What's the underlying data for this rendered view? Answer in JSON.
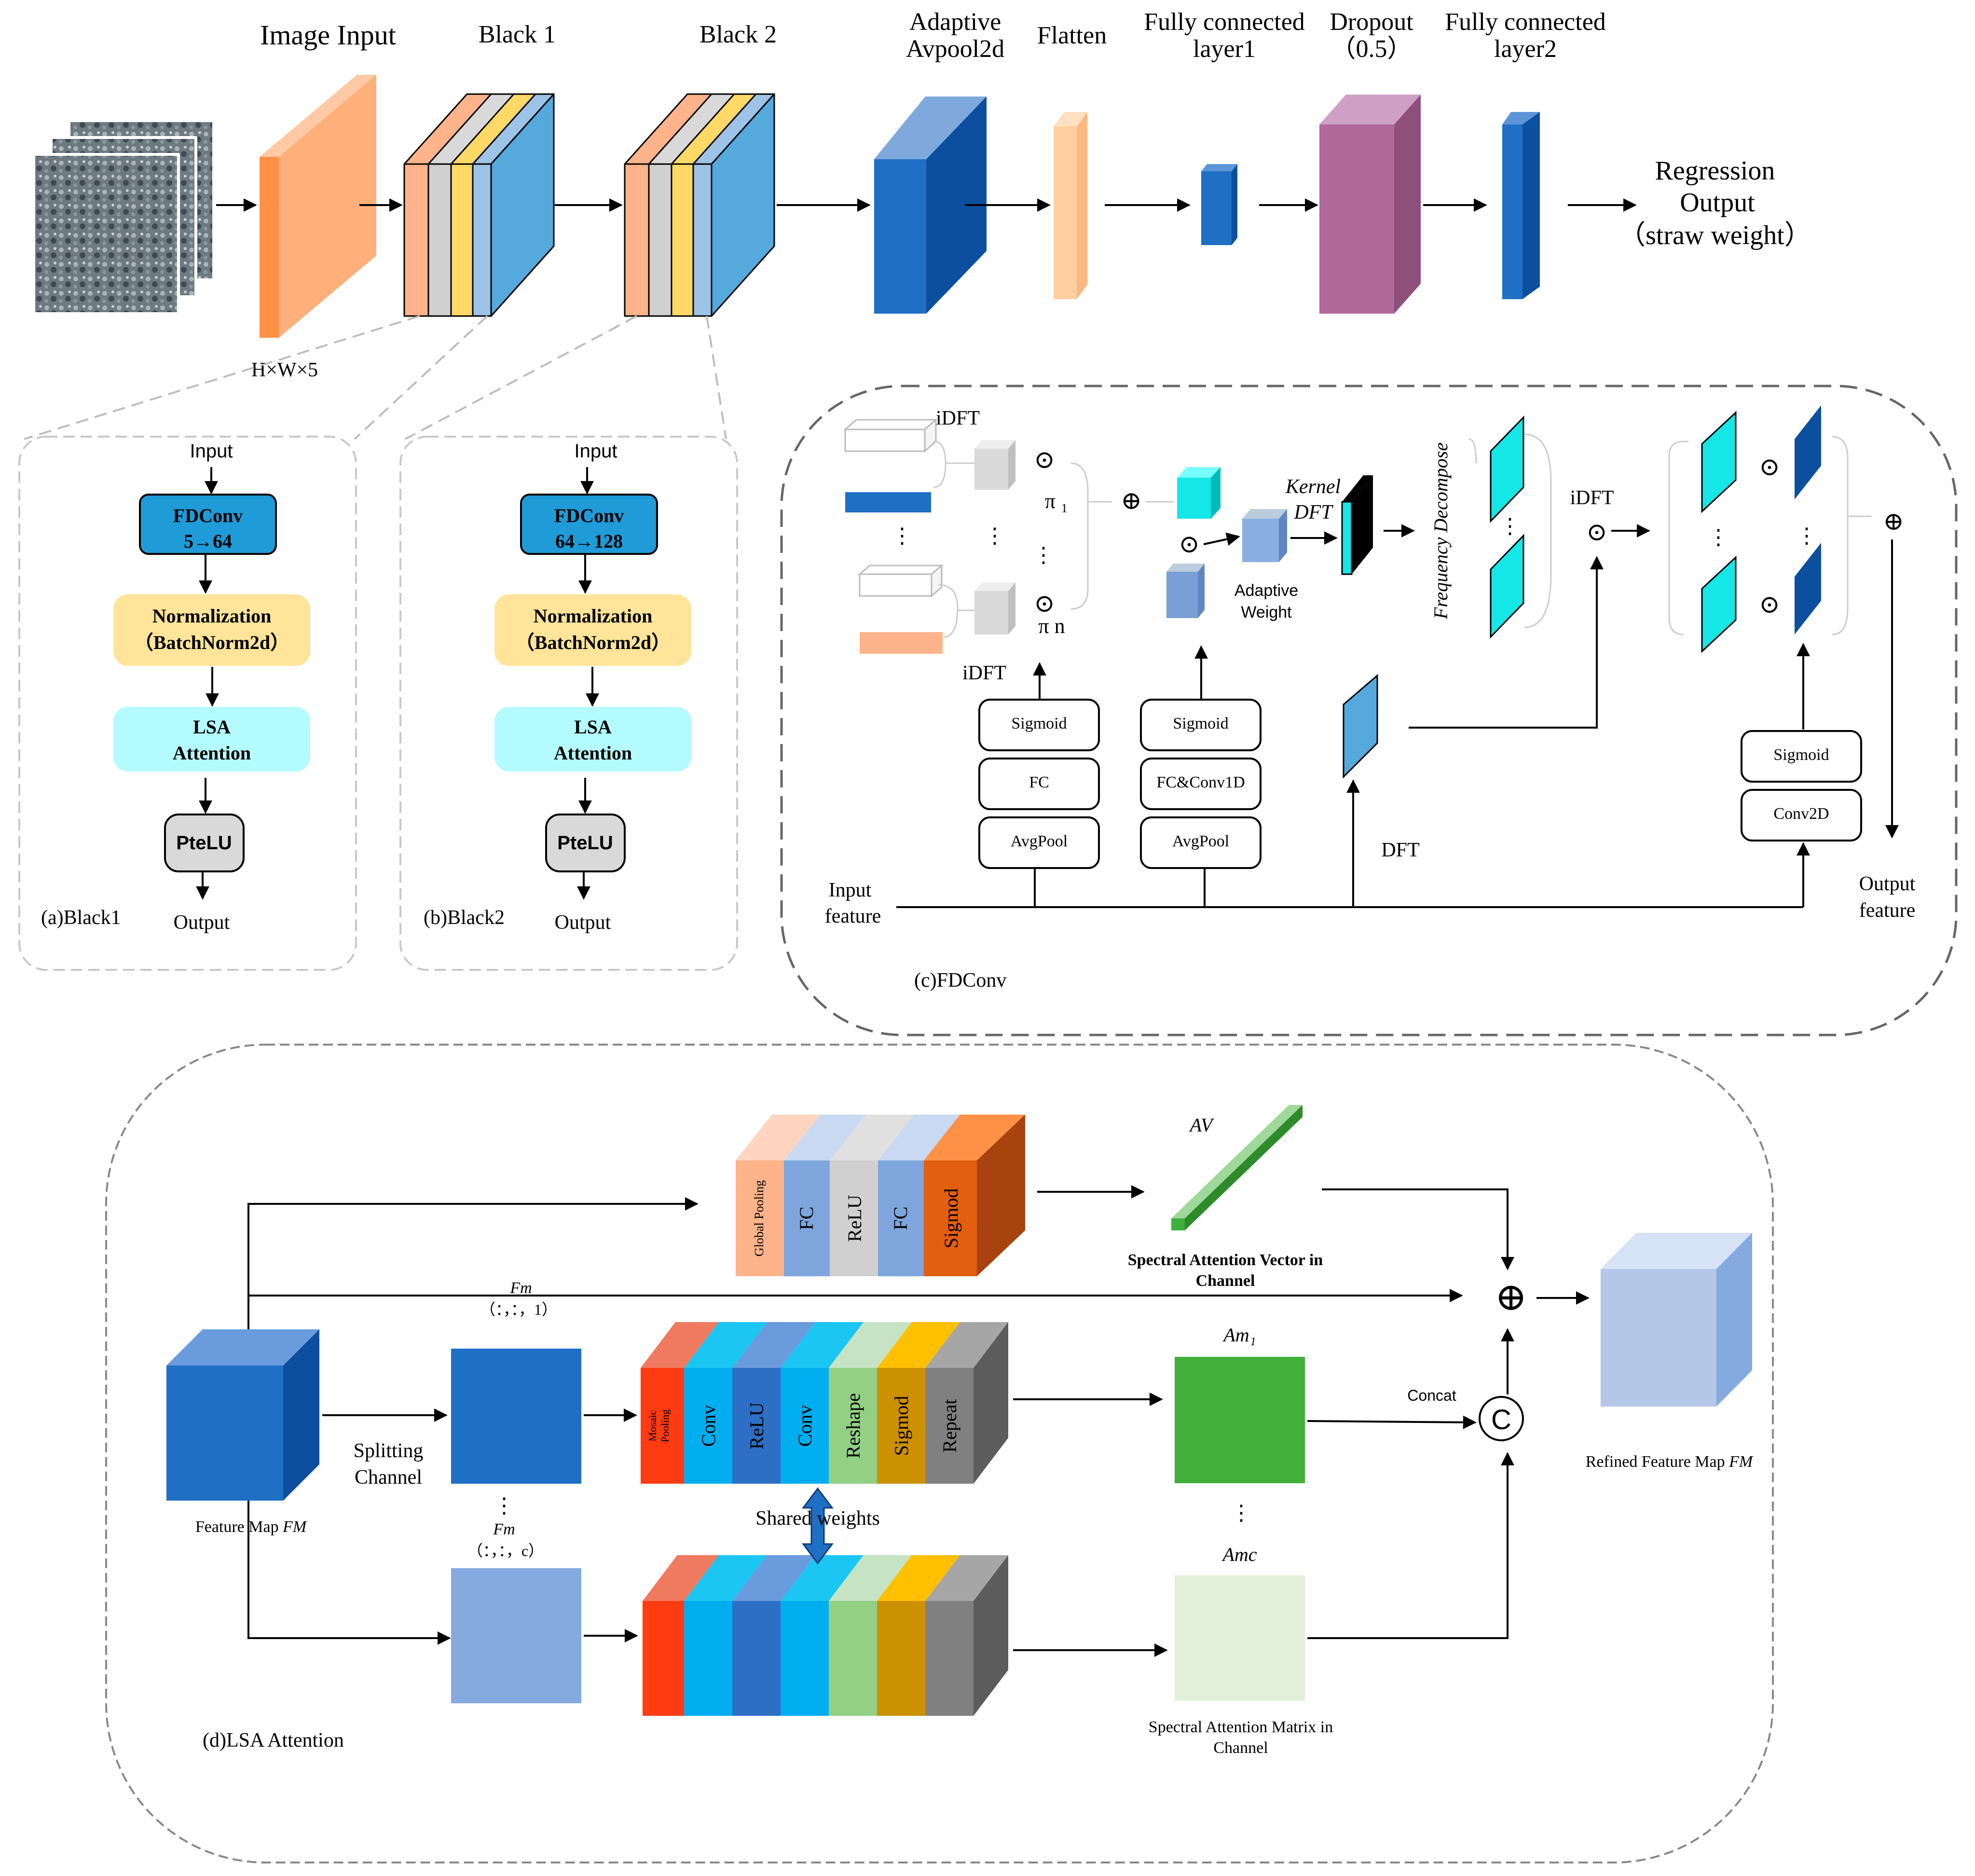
{
  "top": {
    "image_input": "Image Input",
    "block1": "Black 1",
    "block2": "Black 2",
    "avgpool_l1": "Adaptive",
    "avgpool_l2": "Avpool2d",
    "flatten": "Flatten",
    "fc1_l1": "Fully connected",
    "fc1_l2": "layer1",
    "dropout_l1": "Dropout",
    "dropout_l2": "（0.5）",
    "fc2_l1": "Fully connected",
    "fc2_l2": "layer2",
    "out_l1": "Regression",
    "out_l2": "Output",
    "out_l3": "（straw weight）",
    "dims": "H×W×5"
  },
  "panel_a": {
    "input": "Input",
    "fdconv": "FDConv",
    "fdconv_ch": "5→64",
    "norm_l1": "Normalization",
    "norm_l2": "（BatchNorm2d）",
    "lsa_l1": "LSA",
    "lsa_l2": "Attention",
    "act": "PteLU",
    "output": "Output",
    "caption": "(a)Black1"
  },
  "panel_b": {
    "input": "Input",
    "fdconv": "FDConv",
    "fdconv_ch": "64→128",
    "norm_l1": "Normalization",
    "norm_l2": "（BatchNorm2d）",
    "lsa_l1": "LSA",
    "lsa_l2": "Attention",
    "act": "PteLU",
    "output": "Output",
    "caption": "(b)Black2"
  },
  "panel_c": {
    "idft_top": "iDFT",
    "idft_bottom": "iDFT",
    "pi1": "π ₁",
    "pin": "π n",
    "vdots": "⋮",
    "odot": "⊙",
    "oplus": "⊕",
    "kernel_l1": "Kernel",
    "kernel_l2": "DFT",
    "adaptive_l1": "Adaptive",
    "adaptive_l2": "Weight",
    "freq": "Frequency Decompose",
    "idft_right": "iDFT",
    "dft": "DFT",
    "sig1": "Sigmoid",
    "fc1": "FC",
    "pool1": "AvgPool",
    "sig2": "Sigmoid",
    "fc2": "FC&Conv1D",
    "pool2": "AvgPool",
    "sig3": "Sigmoid",
    "conv3": "Conv2D",
    "input_l1": "Input",
    "input_l2": "feature",
    "output_l1": "Output",
    "output_l2": "feature",
    "caption": "(c)FDConv"
  },
  "panel_d": {
    "gp": "Global Pooling",
    "fc": "FC",
    "relu": "ReLU",
    "sigmod": "Sigmod",
    "av": "AV",
    "av_l1": "Spectral Attention Vector in",
    "av_l2": "Channel",
    "fm_top": "Fm",
    "fm_top_idx": "（：，：，1）",
    "fm_bot": "Fm",
    "fm_bot_idx": "（：，：，c）",
    "splitting_l1": "Splitting",
    "splitting_l2": "Channel",
    "feature_map": "Feature Map",
    "fm_italic": "FM",
    "mp_l1": "Mosaic",
    "mp_l2": "Pooling",
    "conv": "Conv",
    "reshape": "Reshape",
    "repeat": "Repeat",
    "shared": "Shared weights",
    "am1": "Am₁",
    "amc": "Amc",
    "concat": "Concat",
    "c_sym": "C",
    "oplus": "⊕",
    "vdots": "⋮",
    "sam_l1": "Spectral Attention Matrix in",
    "sam_l2": "Channel",
    "refined": "Refined Feature Map",
    "refined_fm": "FM",
    "caption": "(d)LSA Attention"
  },
  "colors": {
    "orange": "#FF9147",
    "blue_dark": "#1F6FC5",
    "blue_light": "#55A9DD",
    "dropout": "#B0699A",
    "fdconv_box": "#1F9BD8",
    "norm_box": "#FFE499",
    "lsa_box": "#B4FBFF",
    "cyan": "#15E6E6",
    "green": "#40B03A"
  }
}
